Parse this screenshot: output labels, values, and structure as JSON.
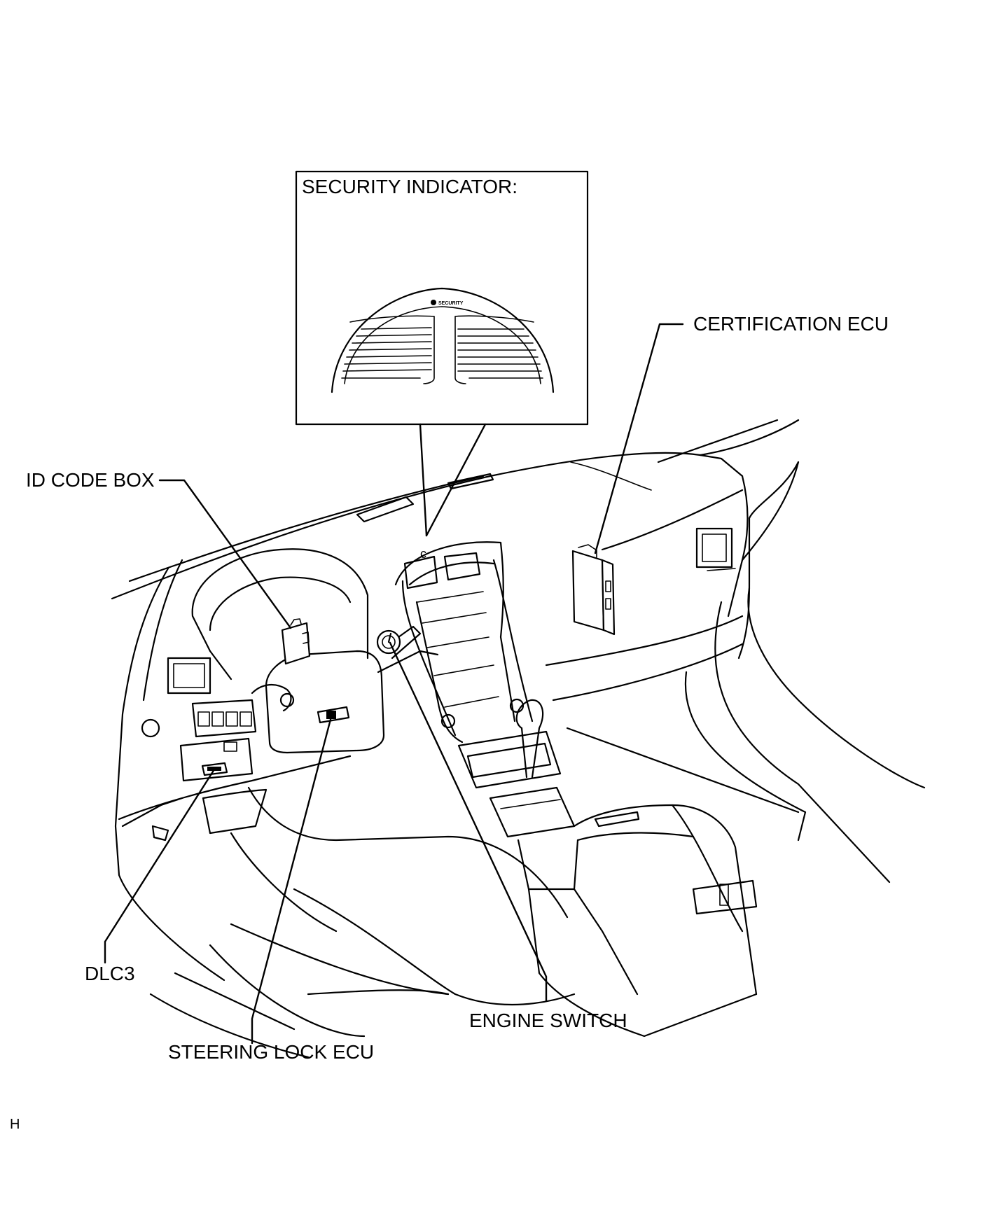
{
  "labels": {
    "security_indicator": "SECURITY INDICATOR:",
    "certification_ecu": "CERTIFICATION ECU",
    "id_code_box": "ID CODE BOX",
    "dlc3": "DLC3",
    "engine_switch": "ENGINE SWITCH",
    "steering_lock_ecu": "STEERING LOCK ECU",
    "corner_mark": "H"
  },
  "inset": {
    "panel_text": "SECURITY"
  }
}
